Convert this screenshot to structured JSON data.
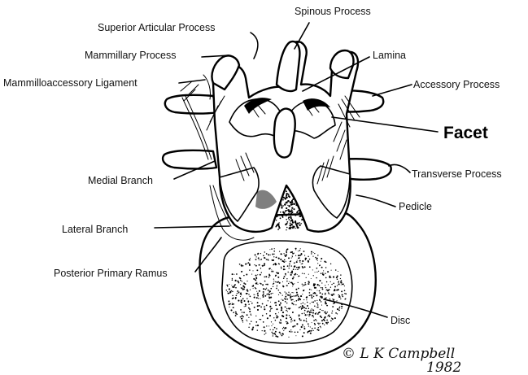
{
  "labels": {
    "spinous_process": "Spinous Process",
    "superior_articular_process": "Superior Articular Process",
    "mammillary_process": "Mammillary Process",
    "mammilloaccessory_ligament": "Mammilloaccessory Ligament",
    "lamina": "Lamina",
    "accessory_process": "Accessory Process",
    "facet": "Facet",
    "medial_branch": "Medial Branch",
    "transverse_process": "Transverse Process",
    "pedicle": "Pedicle",
    "lateral_branch": "Lateral Branch",
    "posterior_primary_ramus": "Posterior Primary Ramus",
    "disc": "Disc"
  },
  "signature": {
    "name": "© L K Campbell",
    "year": "1982"
  },
  "colors": {
    "ink": "#000000",
    "paper": "#ffffff"
  }
}
